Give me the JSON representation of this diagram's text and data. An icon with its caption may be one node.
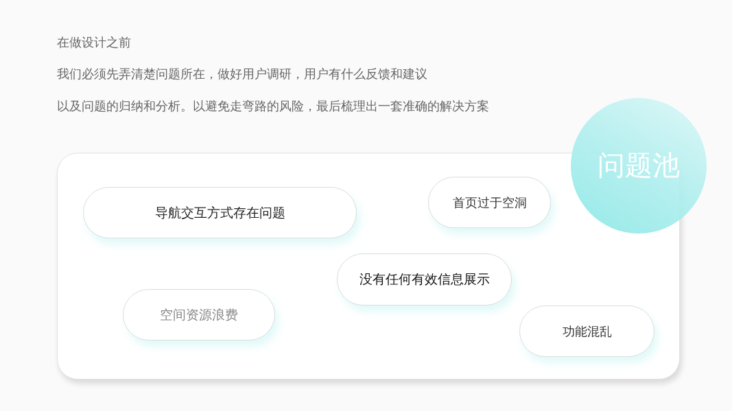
{
  "diagram": {
    "nodes": [
      {
        "text": [],
        "shape": "box"
      },
      {
        "text": [
          "问题池"
        ]
      },
      {
        "text": [
          "导航交互方式存在问题"
        ],
        "in": 0
      },
      {
        "text": [
          "首页过于空洞"
        ],
        "in": 0
      },
      {
        "text": [
          "没有任何有效信息展示"
        ],
        "in": 0
      },
      {
        "text": [
          "空间资源浪费"
        ],
        "in": 0
      },
      {
        "text": [
          "功能混乱"
        ],
        "in": 0
      }
    ],
    "labels": [
      "在做设计之前",
      "我们必须先弄清楚问题所在，做好用户调研，用户有什么反馈和建议",
      "以及问题的归纳和分析。以避免走弯路的风险，最后梳理出一套准确的解决方案"
    ]
  }
}
